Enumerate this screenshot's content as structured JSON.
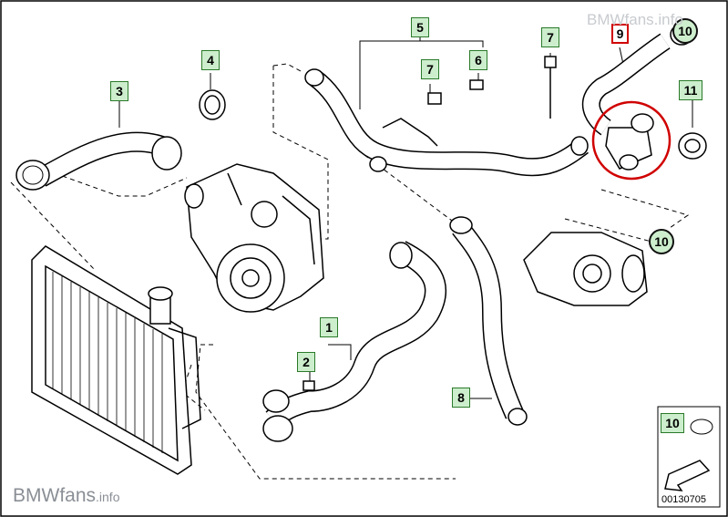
{
  "watermark_bottom": {
    "brand": "BMWfans",
    "suffix": ".info"
  },
  "watermark_top": "BMWfans.info",
  "part_labels": [
    {
      "id": "label-1",
      "text": "1"
    },
    {
      "id": "label-2",
      "text": "2"
    },
    {
      "id": "label-3",
      "text": "3"
    },
    {
      "id": "label-4",
      "text": "4"
    },
    {
      "id": "label-5",
      "text": "5"
    },
    {
      "id": "label-6",
      "text": "6"
    },
    {
      "id": "label-7a",
      "text": "7"
    },
    {
      "id": "label-7b",
      "text": "7"
    },
    {
      "id": "label-8",
      "text": "8"
    },
    {
      "id": "label-9",
      "text": "9"
    },
    {
      "id": "label-10a",
      "text": "10"
    },
    {
      "id": "label-10b",
      "text": "10"
    },
    {
      "id": "label-10c",
      "text": "10"
    },
    {
      "id": "label-11",
      "text": "11"
    }
  ],
  "diagram_code": "00130705",
  "highlight_color": "#d00000",
  "label_fill_color": "#cdeecd"
}
